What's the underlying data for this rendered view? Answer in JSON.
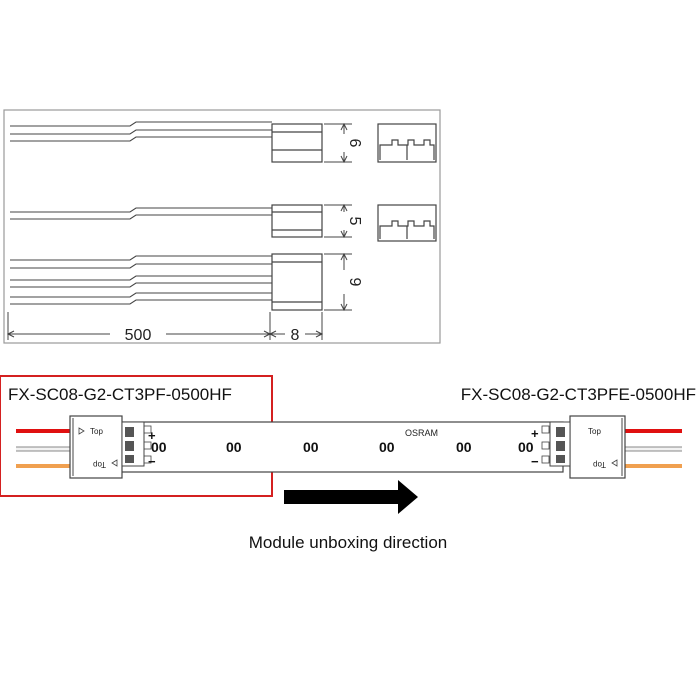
{
  "drawing": {
    "dimensions": {
      "height_top": "6",
      "height_mid": "5",
      "height_bottom": "9",
      "cable_length": "500",
      "connector_length": "8"
    }
  },
  "strip": {
    "left_part_number": "FX-SC08-G2-CT3PF-0500HF",
    "right_part_number": "FX-SC08-G2-CT3PFE-0500HF",
    "brand": "OSRAM",
    "top_marking": "Top",
    "pad_label": "00",
    "plus_sign": "+",
    "minus_sign": "−"
  },
  "caption": "Module unboxing direction",
  "colors": {
    "wire_red": "#e01010",
    "wire_white": "#f2f2f2",
    "wire_orange": "#f0a050",
    "highlight_box": "#d42020",
    "arrow": "#000000"
  }
}
